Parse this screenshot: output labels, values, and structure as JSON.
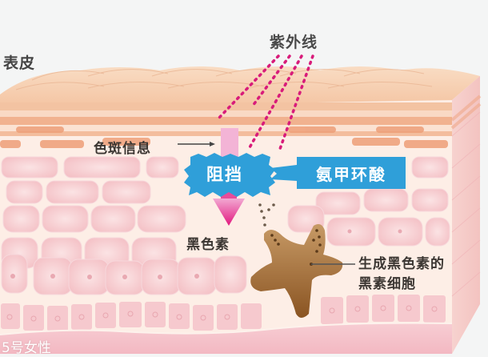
{
  "diagram": {
    "type": "skin-cross-section",
    "labels": {
      "epidermis": "表皮",
      "uv": "紫外线",
      "spot_signal": "色斑信息",
      "block": "阻挡",
      "tranexamic_acid": "氨甲环酸",
      "melanin": "黑色素",
      "melanocyte_line1": "生成黑色素的",
      "melanocyte_line2": "黑素细胞"
    },
    "watermark": "5号女性",
    "colors": {
      "background": "#f4f5f5",
      "skin_top": "#f6cfae",
      "skin_stripe": "#f0a77f",
      "cell_fill": "#f8d3d6",
      "cell_bg": "#fdeee6",
      "basal_layer": "#f5c3cb",
      "uv_rays": "#d81b7a",
      "arrow": "#e6318d",
      "block_badge": "#2f9fd9",
      "melanocyte": "#9c6a35",
      "text": "#3b3632"
    }
  }
}
